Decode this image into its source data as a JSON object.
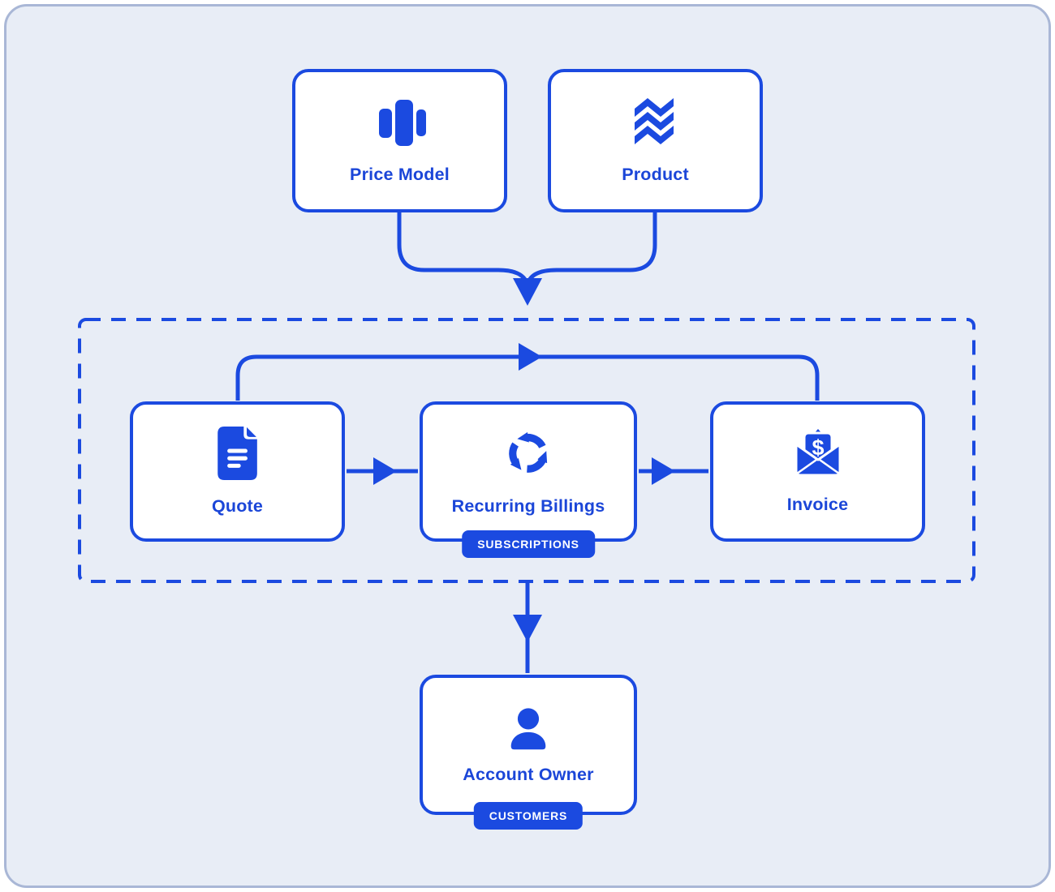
{
  "diagram": {
    "nodes": {
      "price_model": {
        "label": "Price Model",
        "icon": "bar-columns-icon"
      },
      "product": {
        "label": "Product",
        "icon": "waves-icon"
      },
      "quote": {
        "label": "Quote",
        "icon": "document-icon"
      },
      "recurring_billings": {
        "label": "Recurring Billings",
        "icon": "cycle-arrows-icon",
        "badge": "SUBSCRIPTIONS"
      },
      "invoice": {
        "label": "Invoice",
        "icon": "envelope-dollar-icon",
        "icon_glyph": "$"
      },
      "account_owner": {
        "label": "Account Owner",
        "icon": "person-icon",
        "badge": "CUSTOMERS"
      }
    },
    "connectors": [
      "price-model-and-product-merge-down-arrow",
      "quote-top-bypass-to-invoice",
      "quote-to-recurring-arrow",
      "recurring-to-invoice-arrow",
      "subscriptions-group-to-account-owner-arrow"
    ],
    "groups": {
      "subscriptions_dashed_container": "dashed rectangle enclosing Quote, Recurring Billings and Invoice"
    }
  },
  "colors": {
    "accent": "#1b4ae0",
    "label_text": "#1b46d8",
    "panel_bg": "#e8edf6",
    "panel_border": "#a9b7d6",
    "card_bg": "#ffffff",
    "badge_bg": "#1b4ae0",
    "badge_text": "#ffffff"
  }
}
